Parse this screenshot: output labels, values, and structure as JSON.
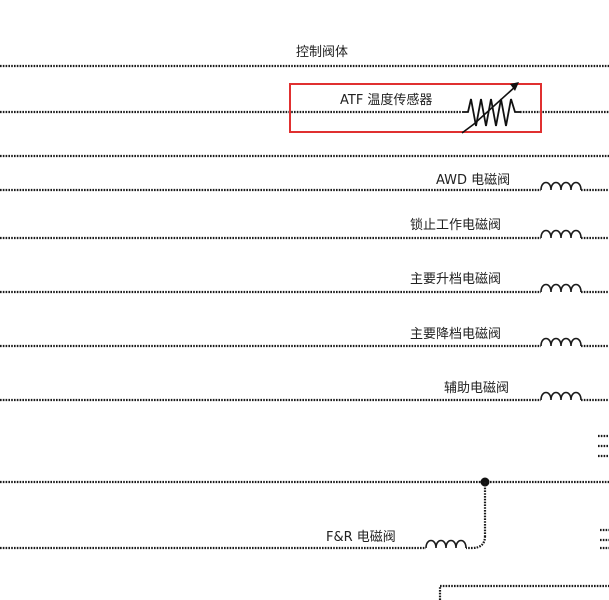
{
  "diagram": {
    "header_label": "控制阀体",
    "sensor": {
      "label": "ATF 温度传感器",
      "highlight_color": "#e03030"
    },
    "solenoids": [
      {
        "label": "AWD 电磁阀"
      },
      {
        "label": "锁止工作电磁阀"
      },
      {
        "label": "主要升档电磁阀"
      },
      {
        "label": "主要降档电磁阀"
      },
      {
        "label": "辅助电磁阀"
      },
      {
        "label": "F&R 电磁阀"
      }
    ]
  }
}
